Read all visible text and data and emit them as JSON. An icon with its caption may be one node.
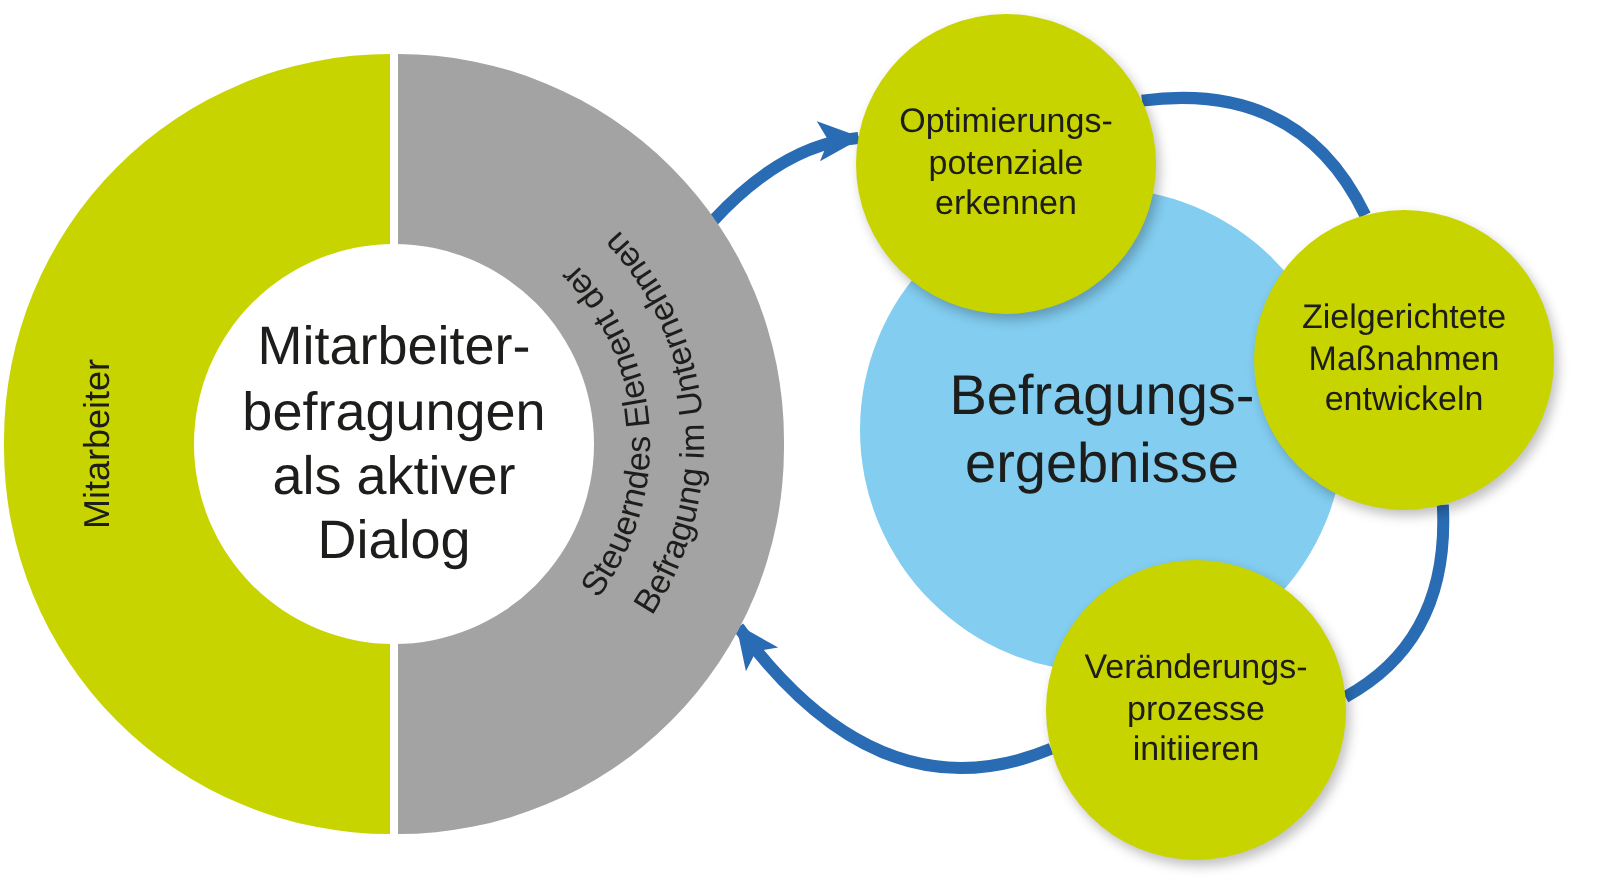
{
  "diagram": {
    "nodes": [
      {
        "text": [
          "Mitarbeiter"
        ]
      },
      {
        "text": [
          "Steuerndes Element der Befragung im Unternehmen"
        ]
      },
      {
        "text": [
          "Mitarbeiter- befragungen als aktiver Dialog"
        ]
      },
      {
        "text": [
          "Befragungs- ergebnisse"
        ]
      },
      {
        "text": [
          "Optimierungs- potenziale erkennen"
        ]
      },
      {
        "text": [
          "Zielgerichtete Maßnahmen entwickeln"
        ]
      },
      {
        "text": [
          "Veränderungs- prozesse initiieren"
        ]
      }
    ],
    "edges": [
      {
        "from": 1,
        "to": 4,
        "arrow": "to"
      },
      {
        "from": 4,
        "to": 5,
        "arrow": "none"
      },
      {
        "from": 5,
        "to": 6,
        "arrow": "none"
      },
      {
        "from": 6,
        "to": 1,
        "arrow": "to"
      }
    ]
  }
}
